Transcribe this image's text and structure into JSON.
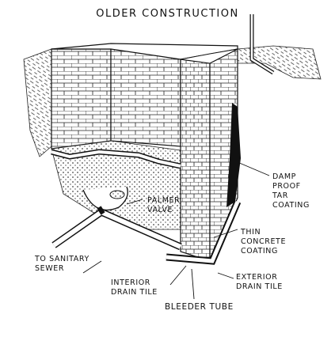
{
  "title": "OLDER CONSTRUCTION",
  "labels": {
    "damp_proof": [
      "DAMP",
      "PROOF",
      "TAR",
      "COATING"
    ],
    "palmer_valve": [
      "PALMER",
      "VALVE"
    ],
    "thin_concrete": [
      "THIN",
      "CONCRETE",
      "COATING"
    ],
    "sanitary_sewer": [
      "TO SANITARY",
      "SEWER"
    ],
    "interior_drain": [
      "INTERIOR",
      "DRAIN TILE"
    ],
    "exterior_drain": [
      "EXTERIOR",
      "DRAIN TILE"
    ],
    "bleeder_tube": [
      "BLEEDER TUBE"
    ]
  }
}
